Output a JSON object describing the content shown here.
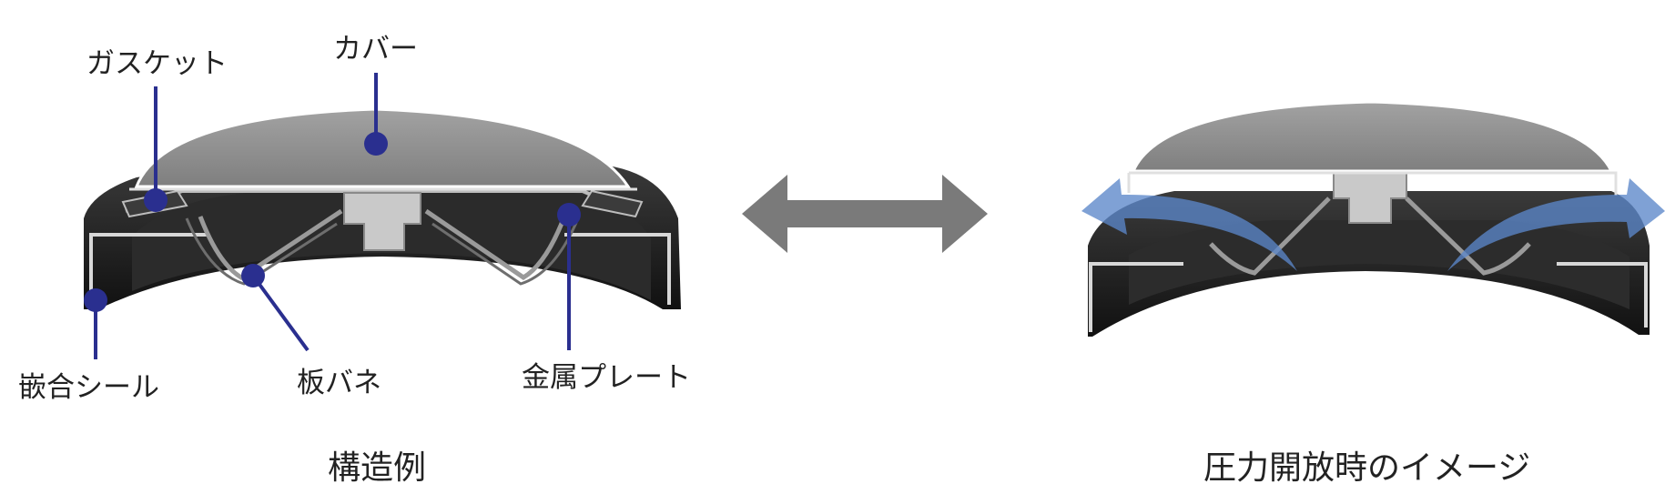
{
  "labels": {
    "gasket": "ガスケット",
    "cover": "カバー",
    "fitting_seal": "嵌合シール",
    "leaf_spring": "板バネ",
    "metal_plate": "金属プレート"
  },
  "captions": {
    "structure_example": "構造例",
    "pressure_release": "圧力開放時のイメージ"
  },
  "colors": {
    "callout": "#2a2f8f",
    "cover": "#8f8f8f",
    "body": "#1b1b1b",
    "metal": "#c9c9c9",
    "arrow_gray": "#7a7a7a",
    "airflow_blue": "#5b86c9"
  }
}
